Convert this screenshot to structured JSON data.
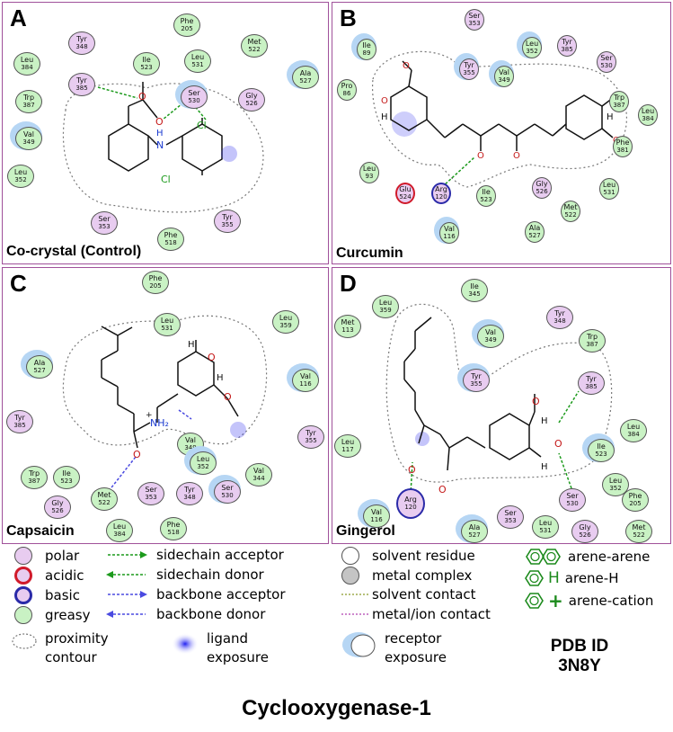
{
  "panels": {
    "A": {
      "letter": "A",
      "name": "Co-crystal (Control)",
      "residues": [
        {
          "name": "Phe",
          "id": "205",
          "type": "greasy"
        },
        {
          "name": "Tyr",
          "id": "348",
          "type": "polar"
        },
        {
          "name": "Met",
          "id": "522",
          "type": "greasy"
        },
        {
          "name": "Leu",
          "id": "384",
          "type": "greasy"
        },
        {
          "name": "Ile",
          "id": "523",
          "type": "greasy"
        },
        {
          "name": "Leu",
          "id": "531",
          "type": "greasy"
        },
        {
          "name": "Ala",
          "id": "527",
          "type": "greasy"
        },
        {
          "name": "Tyr",
          "id": "385",
          "type": "polar"
        },
        {
          "name": "Ser",
          "id": "530",
          "type": "polar"
        },
        {
          "name": "Gly",
          "id": "526",
          "type": "polar"
        },
        {
          "name": "Trp",
          "id": "387",
          "type": "greasy"
        },
        {
          "name": "Val",
          "id": "349",
          "type": "greasy"
        },
        {
          "name": "Leu",
          "id": "352",
          "type": "greasy"
        },
        {
          "name": "Ser",
          "id": "353",
          "type": "polar"
        },
        {
          "name": "Tyr",
          "id": "355",
          "type": "polar"
        },
        {
          "name": "Phe",
          "id": "518",
          "type": "greasy"
        }
      ],
      "atoms": {
        "o1": "O",
        "o2": "O",
        "nh": "H",
        "n": "N",
        "cl1": "Cl",
        "cl2": "Cl"
      }
    },
    "B": {
      "letter": "B",
      "name": "Curcumin",
      "residues": [
        {
          "name": "Ser",
          "id": "353",
          "type": "polar"
        },
        {
          "name": "Ile",
          "id": "89",
          "type": "greasy"
        },
        {
          "name": "Leu",
          "id": "352",
          "type": "greasy"
        },
        {
          "name": "Tyr",
          "id": "385",
          "type": "polar"
        },
        {
          "name": "Tyr",
          "id": "355",
          "type": "polar"
        },
        {
          "name": "Val",
          "id": "349",
          "type": "greasy"
        },
        {
          "name": "Ser",
          "id": "530",
          "type": "polar"
        },
        {
          "name": "Pro",
          "id": "86",
          "type": "greasy"
        },
        {
          "name": "Trp",
          "id": "387",
          "type": "greasy"
        },
        {
          "name": "Leu",
          "id": "384",
          "type": "greasy"
        },
        {
          "name": "Phe",
          "id": "381",
          "type": "greasy"
        },
        {
          "name": "Leu",
          "id": "93",
          "type": "greasy"
        },
        {
          "name": "Glu",
          "id": "524",
          "type": "acidic"
        },
        {
          "name": "Arg",
          "id": "120",
          "type": "basic"
        },
        {
          "name": "Ile",
          "id": "523",
          "type": "greasy"
        },
        {
          "name": "Gly",
          "id": "526",
          "type": "polar"
        },
        {
          "name": "Met",
          "id": "522",
          "type": "greasy"
        },
        {
          "name": "Leu",
          "id": "531",
          "type": "greasy"
        },
        {
          "name": "Val",
          "id": "116",
          "type": "greasy"
        },
        {
          "name": "Ala",
          "id": "527",
          "type": "greasy"
        }
      ],
      "atoms": {
        "o1": "O",
        "o2": "O",
        "o3": "O",
        "o4": "O",
        "o5": "O",
        "o6": "O",
        "h1": "H",
        "h2": "H"
      }
    },
    "C": {
      "letter": "C",
      "name": "Capsaicin",
      "residues": [
        {
          "name": "Phe",
          "id": "205",
          "type": "greasy"
        },
        {
          "name": "Leu",
          "id": "531",
          "type": "greasy"
        },
        {
          "name": "Leu",
          "id": "359",
          "type": "greasy"
        },
        {
          "name": "Ala",
          "id": "527",
          "type": "greasy"
        },
        {
          "name": "Val",
          "id": "116",
          "type": "greasy"
        },
        {
          "name": "Tyr",
          "id": "385",
          "type": "polar"
        },
        {
          "name": "Tyr",
          "id": "355",
          "type": "polar"
        },
        {
          "name": "Val",
          "id": "349",
          "type": "greasy"
        },
        {
          "name": "Leu",
          "id": "352",
          "type": "greasy"
        },
        {
          "name": "Val",
          "id": "344",
          "type": "greasy"
        },
        {
          "name": "Trp",
          "id": "387",
          "type": "greasy"
        },
        {
          "name": "Ile",
          "id": "523",
          "type": "greasy"
        },
        {
          "name": "Met",
          "id": "522",
          "type": "greasy"
        },
        {
          "name": "Ser",
          "id": "353",
          "type": "polar"
        },
        {
          "name": "Tyr",
          "id": "348",
          "type": "polar"
        },
        {
          "name": "Ser",
          "id": "530",
          "type": "polar"
        },
        {
          "name": "Gly",
          "id": "526",
          "type": "polar"
        },
        {
          "name": "Leu",
          "id": "384",
          "type": "greasy"
        },
        {
          "name": "Phe",
          "id": "518",
          "type": "greasy"
        }
      ],
      "atoms": {
        "o1": "O",
        "o2": "O",
        "o3": "O",
        "h1": "H",
        "h2": "H",
        "nh2": "NH₂",
        "plus": "+"
      }
    },
    "D": {
      "letter": "D",
      "name": "Gingerol",
      "residues": [
        {
          "name": "Ile",
          "id": "345",
          "type": "greasy"
        },
        {
          "name": "Leu",
          "id": "359",
          "type": "greasy"
        },
        {
          "name": "Tyr",
          "id": "348",
          "type": "polar"
        },
        {
          "name": "Val",
          "id": "349",
          "type": "greasy"
        },
        {
          "name": "Met",
          "id": "113",
          "type": "greasy"
        },
        {
          "name": "Trp",
          "id": "387",
          "type": "greasy"
        },
        {
          "name": "Tyr",
          "id": "355",
          "type": "polar"
        },
        {
          "name": "Tyr",
          "id": "385",
          "type": "polar"
        },
        {
          "name": "Leu",
          "id": "384",
          "type": "greasy"
        },
        {
          "name": "Leu",
          "id": "117",
          "type": "greasy"
        },
        {
          "name": "Ile",
          "id": "523",
          "type": "greasy"
        },
        {
          "name": "Leu",
          "id": "352",
          "type": "greasy"
        },
        {
          "name": "Phe",
          "id": "205",
          "type": "greasy"
        },
        {
          "name": "Ser",
          "id": "530",
          "type": "polar"
        },
        {
          "name": "Val",
          "id": "116",
          "type": "greasy"
        },
        {
          "name": "Arg",
          "id": "120",
          "type": "basic"
        },
        {
          "name": "Ala",
          "id": "527",
          "type": "greasy"
        },
        {
          "name": "Ser",
          "id": "353",
          "type": "polar"
        },
        {
          "name": "Leu",
          "id": "531",
          "type": "greasy"
        },
        {
          "name": "Gly",
          "id": "526",
          "type": "polar"
        },
        {
          "name": "Met",
          "id": "522",
          "type": "greasy"
        }
      ],
      "atoms": {
        "o1": "O",
        "o2": "O",
        "o3": "O",
        "o4": "O",
        "h1": "H",
        "h2": "H"
      }
    }
  },
  "legend": {
    "residue_types": [
      "polar",
      "acidic",
      "basic",
      "greasy"
    ],
    "proximity": [
      "proximity",
      "contour"
    ],
    "interactions": [
      "sidechain acceptor",
      "sidechain donor",
      "backbone acceptor",
      "backbone donor"
    ],
    "ligand_exposure": [
      "ligand",
      "exposure"
    ],
    "solvent": [
      "solvent residue",
      "metal complex",
      "solvent contact",
      "metal/ion contact"
    ],
    "receptor_exposure": [
      "receptor",
      "exposure"
    ],
    "arene": [
      "arene-arene",
      "arene-H",
      "arene-cation"
    ],
    "arene_symbols": {
      "h": "H",
      "plus": "+"
    }
  },
  "pdb": {
    "line1": "PDB ID",
    "line2": "3N8Y"
  },
  "title": "Cyclooxygenase-1",
  "colors": {
    "panel_border": "#a0519a",
    "polar": "#e8ccf0",
    "greasy": "#c9f2c4",
    "acidic_ring": "#d01a2a",
    "basic_ring": "#2a2aa8",
    "sidechain": "#1c9a1c",
    "backbone": "#4a4ae0",
    "receptor_exposure": "#b6d6f4",
    "ligand_exposure": "#3a3af0",
    "solvent_contact": "#8a9a2a",
    "metal_contact": "#b040b0",
    "arene": "#1c8a1c"
  }
}
